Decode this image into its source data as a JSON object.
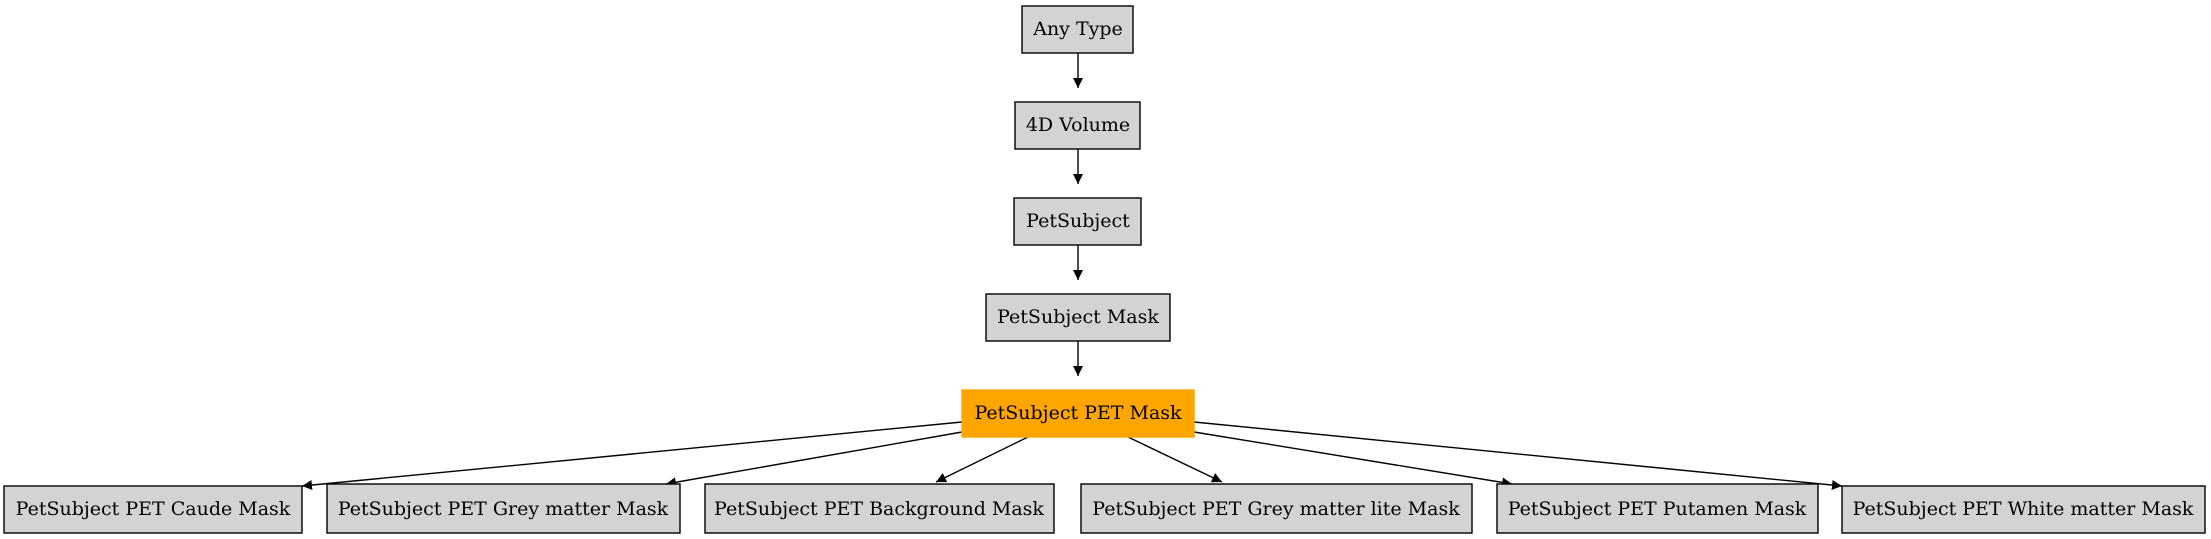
{
  "colors": {
    "default_fill": "#d3d3d3",
    "highlight_fill": "#ffa500",
    "stroke": "#000000",
    "background": "#ffffff"
  },
  "nodes": {
    "any_type": "Any Type",
    "volume_4d": "4D Volume",
    "petsubject": "PetSubject",
    "petsubject_mask": "PetSubject Mask",
    "petsubject_pet_mask": "PetSubject PET Mask",
    "caude_mask": "PetSubject PET Caude Mask",
    "grey_matter_mask": "PetSubject PET Grey matter Mask",
    "background_mask": "PetSubject PET Background Mask",
    "grey_matter_lite_mask": "PetSubject PET Grey matter lite Mask",
    "putamen_mask": "PetSubject PET Putamen Mask",
    "white_matter_mask": "PetSubject PET White matter Mask"
  },
  "highlighted_node": "petsubject_pet_mask",
  "edges": [
    [
      "any_type",
      "volume_4d"
    ],
    [
      "volume_4d",
      "petsubject"
    ],
    [
      "petsubject",
      "petsubject_mask"
    ],
    [
      "petsubject_mask",
      "petsubject_pet_mask"
    ],
    [
      "petsubject_pet_mask",
      "caude_mask"
    ],
    [
      "petsubject_pet_mask",
      "grey_matter_mask"
    ],
    [
      "petsubject_pet_mask",
      "background_mask"
    ],
    [
      "petsubject_pet_mask",
      "grey_matter_lite_mask"
    ],
    [
      "petsubject_pet_mask",
      "putamen_mask"
    ],
    [
      "petsubject_pet_mask",
      "white_matter_mask"
    ]
  ]
}
